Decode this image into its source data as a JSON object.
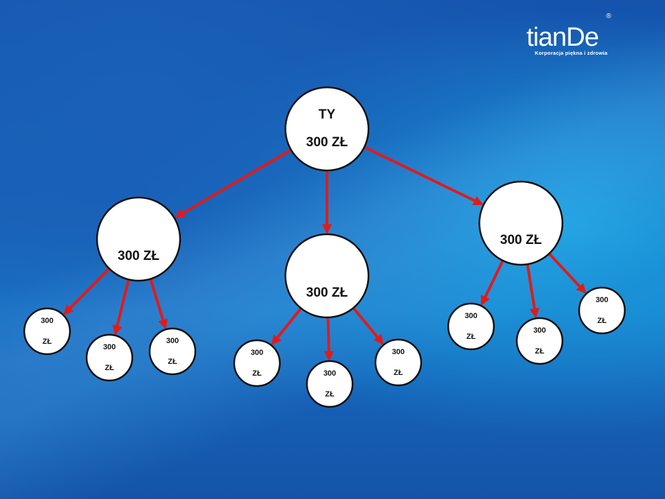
{
  "logo": {
    "wordmark": "tianDe",
    "registered": "®",
    "tagline": "Korporacja piękna i zdrowia"
  },
  "colors": {
    "background": "#1766b9",
    "arrow": "#e01b1b",
    "node_fill": "#ffffff",
    "node_stroke": "#111111",
    "text": "#111111",
    "logo": "#ffffff"
  },
  "nodes": [
    {
      "id": "root",
      "lines": [
        "TY",
        "300 ZŁ"
      ]
    },
    {
      "id": "l1-left",
      "lines": [
        "300 ZŁ"
      ]
    },
    {
      "id": "l1-center",
      "lines": [
        "300 ZŁ"
      ]
    },
    {
      "id": "l1-right",
      "lines": [
        "300 ZŁ"
      ]
    },
    {
      "id": "l2-left-a",
      "lines": [
        "300",
        "ZŁ"
      ]
    },
    {
      "id": "l2-left-b",
      "lines": [
        "300",
        "ZŁ"
      ]
    },
    {
      "id": "l2-left-c",
      "lines": [
        "300",
        "ZŁ"
      ]
    },
    {
      "id": "l2-center-a",
      "lines": [
        "300",
        "ZŁ"
      ]
    },
    {
      "id": "l2-center-b",
      "lines": [
        "300",
        "ZŁ"
      ]
    },
    {
      "id": "l2-center-c",
      "lines": [
        "300",
        "ZŁ"
      ]
    },
    {
      "id": "l2-right-a",
      "lines": [
        "300",
        "ZŁ"
      ]
    },
    {
      "id": "l2-right-b",
      "lines": [
        "300",
        "ZŁ"
      ]
    },
    {
      "id": "l2-right-c",
      "lines": [
        "300",
        "ZŁ"
      ]
    }
  ],
  "edges": [
    {
      "from": "root",
      "to": "l1-left"
    },
    {
      "from": "root",
      "to": "l1-center"
    },
    {
      "from": "root",
      "to": "l1-right"
    },
    {
      "from": "l1-left",
      "to": "l2-left-a"
    },
    {
      "from": "l1-left",
      "to": "l2-left-b"
    },
    {
      "from": "l1-left",
      "to": "l2-left-c"
    },
    {
      "from": "l1-center",
      "to": "l2-center-a"
    },
    {
      "from": "l1-center",
      "to": "l2-center-b"
    },
    {
      "from": "l1-center",
      "to": "l2-center-c"
    },
    {
      "from": "l1-right",
      "to": "l2-right-a"
    },
    {
      "from": "l1-right",
      "to": "l2-right-b"
    },
    {
      "from": "l1-right",
      "to": "l2-right-c"
    }
  ]
}
